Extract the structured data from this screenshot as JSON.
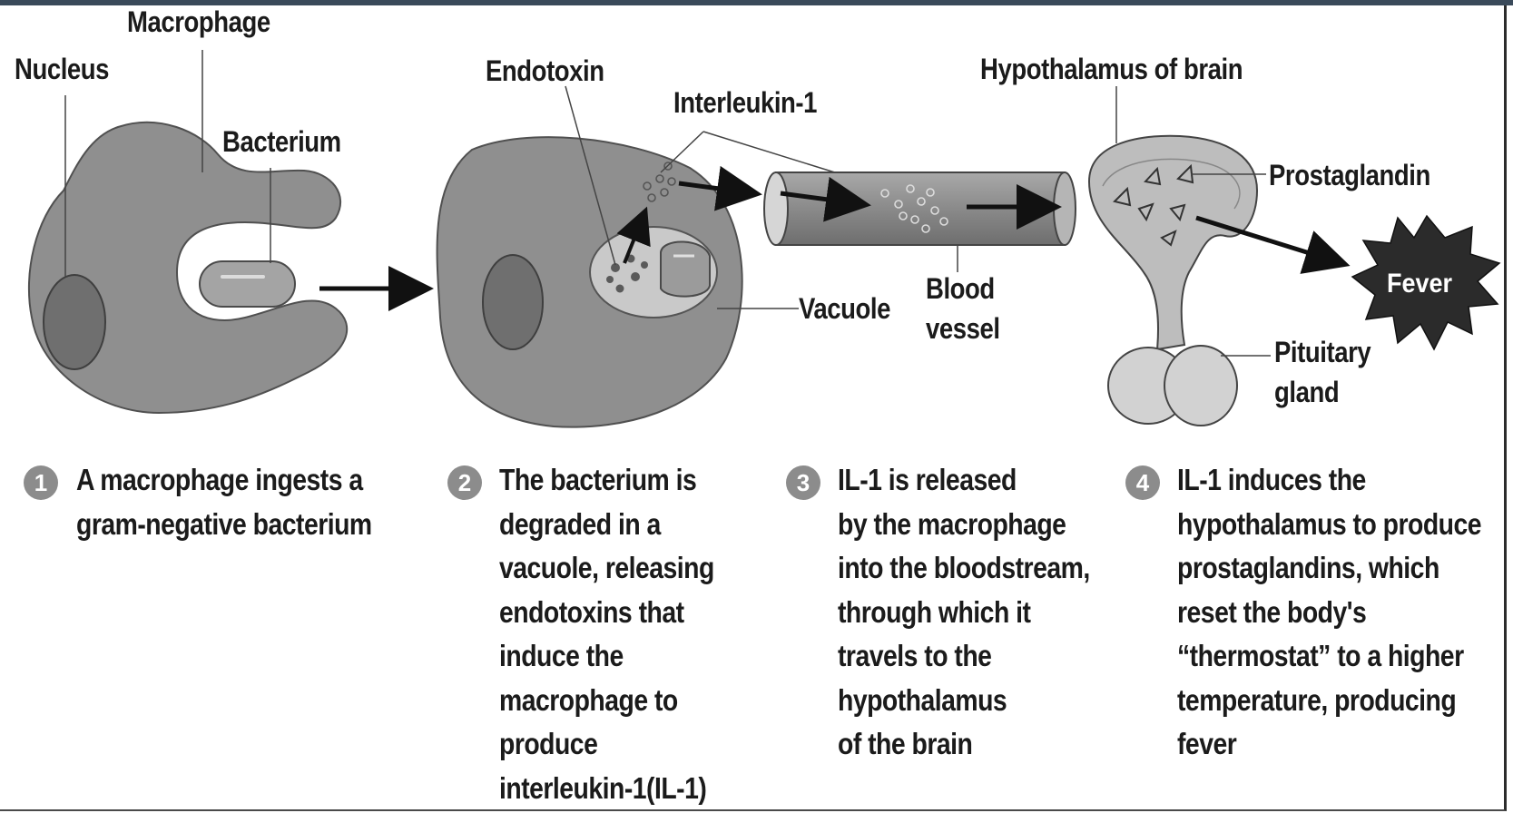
{
  "labels": {
    "macrophage": "Macrophage",
    "nucleus": "Nucleus",
    "bacterium": "Bacterium",
    "endotoxin": "Endotoxin",
    "interleukin1": "Interleukin-1",
    "vacuole": "Vacuole",
    "blood_vessel": [
      "Blood",
      "vessel"
    ],
    "hypothalamus": "Hypothalamus of brain",
    "prostaglandin": "Prostaglandin",
    "pituitary": [
      "Pituitary",
      "gland"
    ],
    "fever": "Fever"
  },
  "steps": [
    {
      "num": "1",
      "lines": [
        "A macrophage ingests a",
        "gram-negative bacterium"
      ]
    },
    {
      "num": "2",
      "lines": [
        "The bacterium is",
        "degraded in a",
        "vacuole, releasing",
        "endotoxins that",
        "induce the",
        "macrophage to",
        "produce",
        "interleukin-1(IL-1)"
      ]
    },
    {
      "num": "3",
      "lines": [
        "IL-1 is released",
        "by the macrophage",
        "into the bloodstream,",
        "through which it",
        "travels to the",
        "hypothalamus",
        "of the brain"
      ]
    },
    {
      "num": "4",
      "lines": [
        "IL-1 induces the",
        "hypothalamus to produce",
        "prostaglandins, which",
        "reset the body's",
        "“thermostat” to a higher",
        "temperature, producing",
        "fever"
      ]
    }
  ]
}
